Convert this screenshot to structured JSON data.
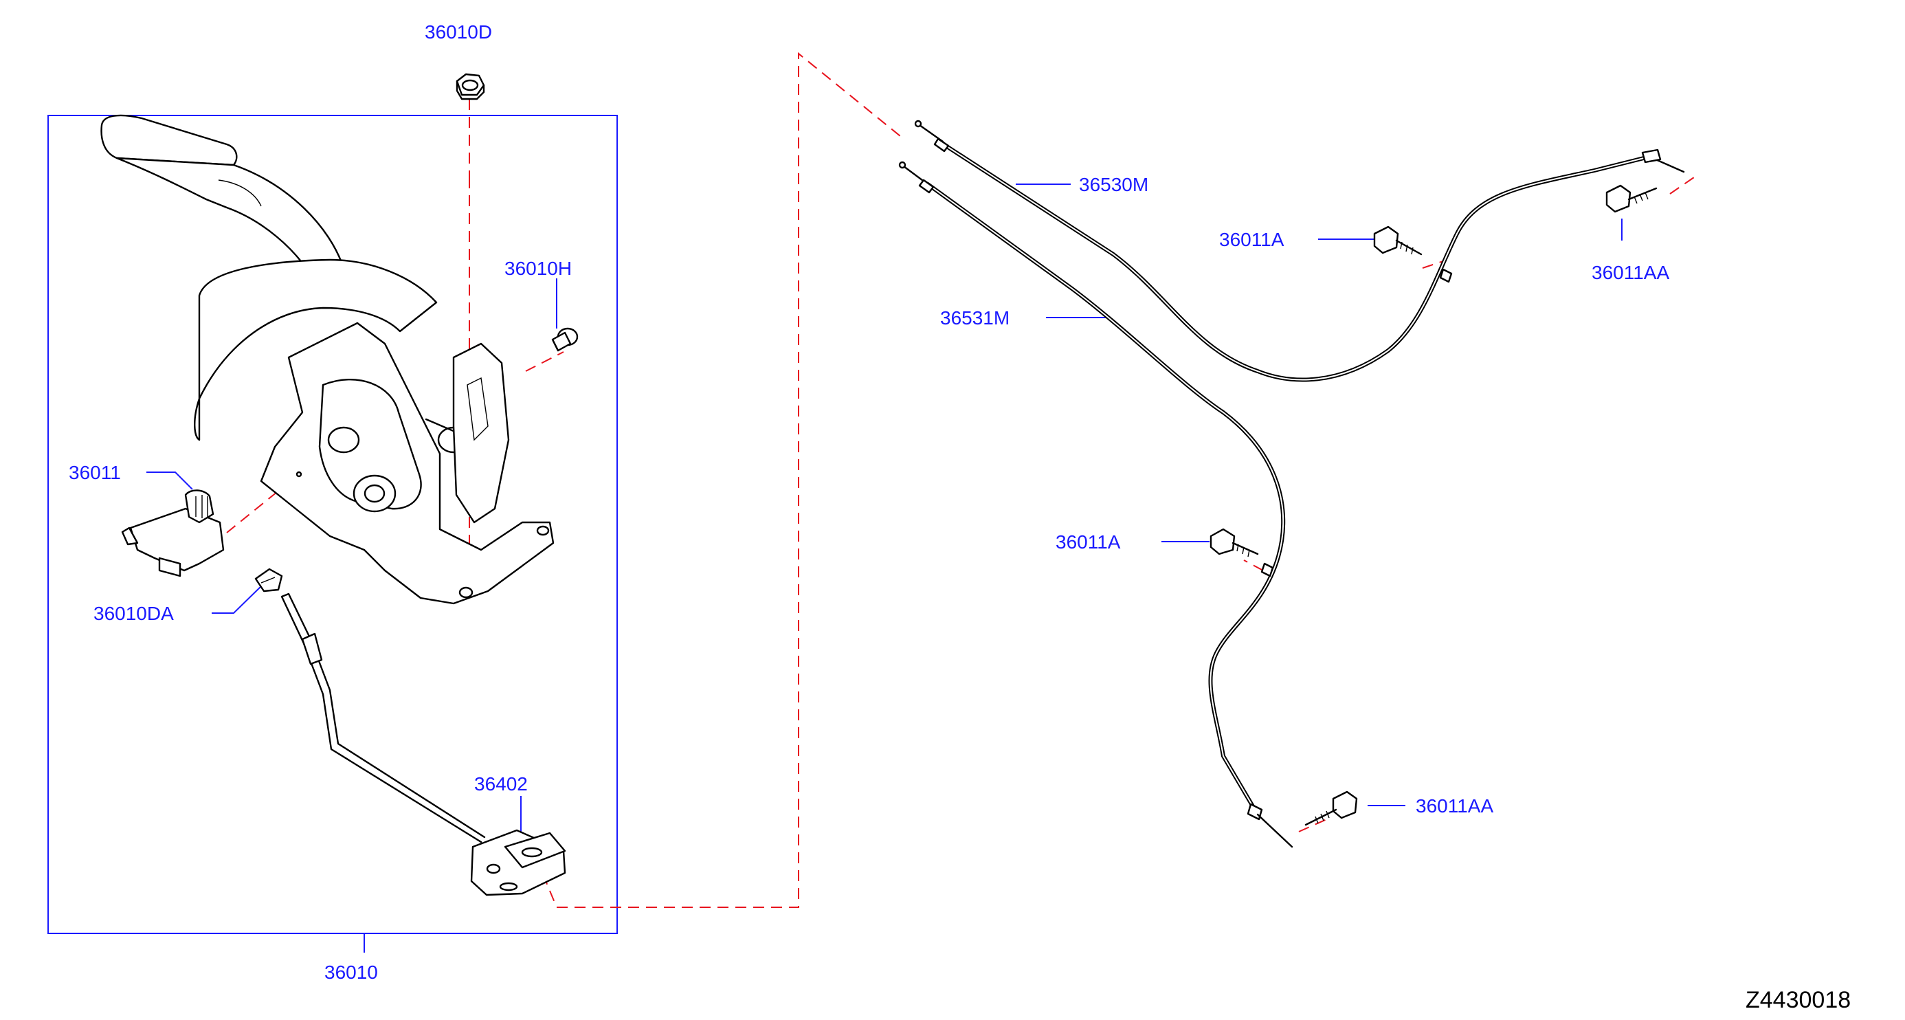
{
  "diagram": {
    "drawing_code": "Z4430018",
    "colors": {
      "label": "#1a1aff",
      "leader": "#1a1aff",
      "dashed_connector": "#e8141e",
      "linework": "#000000"
    },
    "callouts": [
      {
        "id": "nut-top",
        "text": "36010D"
      },
      {
        "id": "clip-pin",
        "text": "36010H"
      },
      {
        "id": "switch",
        "text": "36011"
      },
      {
        "id": "grommet",
        "text": "36010DA"
      },
      {
        "id": "front-cable",
        "text": "36402"
      },
      {
        "id": "lever-assy",
        "text": "36010"
      },
      {
        "id": "rear-cable-right",
        "text": "36530M"
      },
      {
        "id": "rear-cable-left",
        "text": "36531M"
      },
      {
        "id": "bolt-mid-right",
        "text": "36011A"
      },
      {
        "id": "bolt-mid-left",
        "text": "36011A"
      },
      {
        "id": "bolt-end-right",
        "text": "36011AA"
      },
      {
        "id": "bolt-end-left",
        "text": "36011AA"
      }
    ]
  }
}
